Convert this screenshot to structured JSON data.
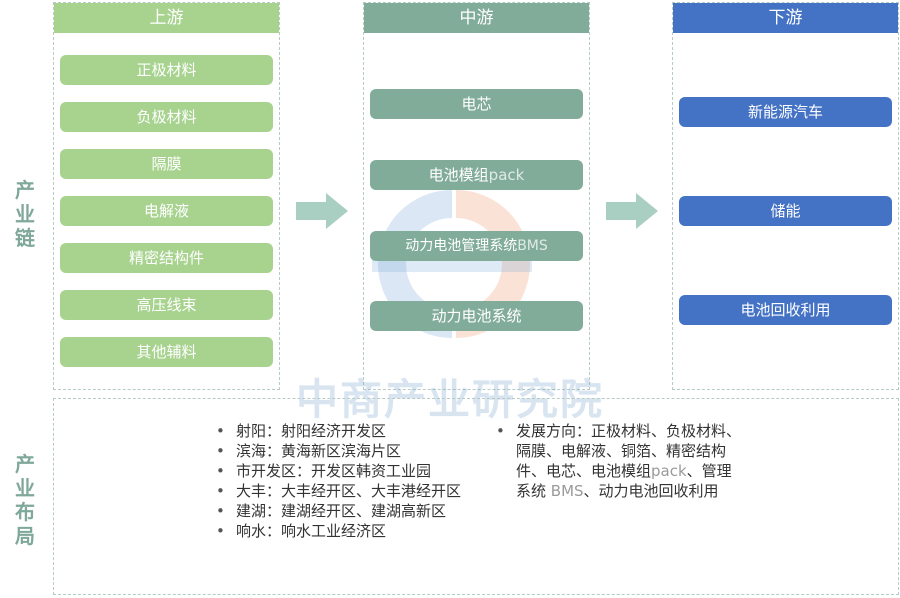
{
  "sections": {
    "chain_label": "产业链",
    "layout_label": "产业布局"
  },
  "upstream": {
    "header": "上游",
    "items": [
      "正极材料",
      "负极材料",
      "隔膜",
      "电解液",
      "精密结构件",
      "高压线束",
      "其他辅料"
    ]
  },
  "midstream": {
    "header": "中游",
    "items": [
      "电芯",
      "电池模组pack",
      "动力电池管理系统BMS",
      "动力电池系统"
    ]
  },
  "downstream": {
    "header": "下游",
    "items": [
      "新能源汽车",
      "储能",
      "电池回收利用"
    ]
  },
  "layout": {
    "left_list": [
      "射阳：射阳经济开发区",
      "滨海：黄海新区滨海片区",
      "市开发区：开发区韩资工业园",
      "大丰：大丰经开区、大丰港经开区",
      "建湖：建湖经开区、建湖高新区",
      "响水：响水工业经济区"
    ],
    "right_list": [
      "发展方向：正极材料、负极材料、隔膜、电解液、铜箔、精密结构件、电芯、电池模组pack、管理系统 BMS、动力电池回收利用"
    ]
  },
  "watermark": "中商产业研究院",
  "colors": {
    "upstream": "#a7d38f",
    "midstream": "#82ac9a",
    "downstream": "#4472c4",
    "arrow": "#a9cfc2",
    "label": "#7fa89a"
  }
}
